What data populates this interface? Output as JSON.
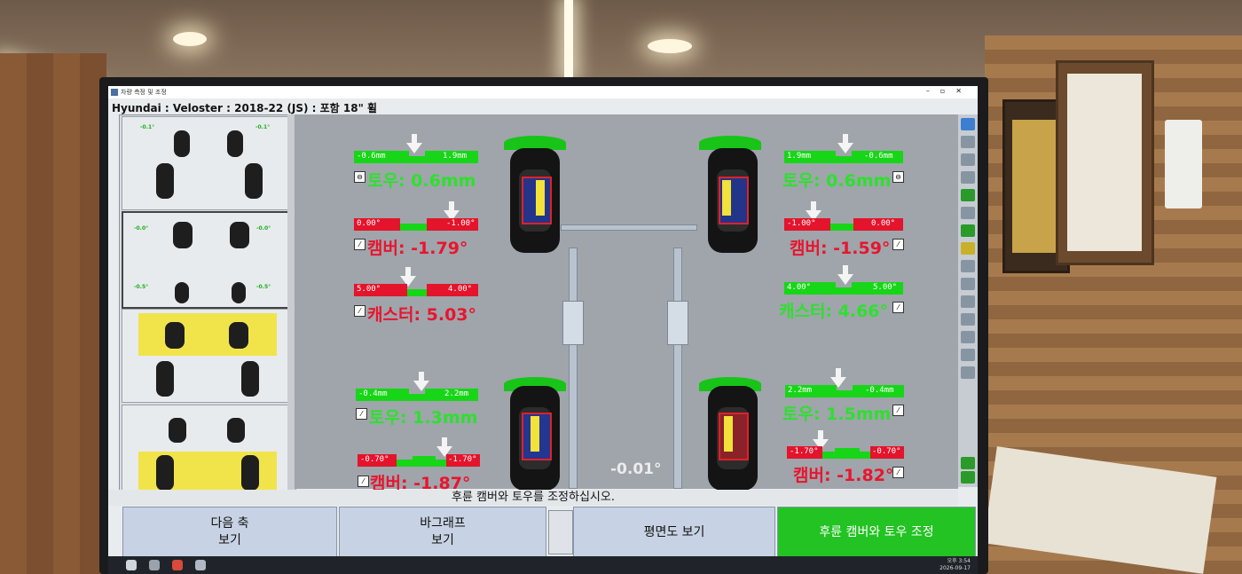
{
  "window": {
    "app_title": "차량 측정 및 조정",
    "vehicle": "Hyundai : Veloster : 2018-22 (JS) : 포함 18\" 휠"
  },
  "front_left": {
    "toe_min": "-0.6mm",
    "toe_max": "1.9mm",
    "toe_label": "토우: 0.6mm",
    "camber_min": "0.00°",
    "camber_max": "-1.00°",
    "camber_label": "캠버: -1.79°",
    "caster_min": "5.00°",
    "caster_max": "4.00°",
    "caster_label": "캐스터: 5.03°"
  },
  "front_right": {
    "toe_min": "1.9mm",
    "toe_max": "-0.6mm",
    "toe_label": "토우: 0.6mm",
    "camber_min": "-1.00°",
    "camber_max": "0.00°",
    "camber_label": "캠버: -1.59°",
    "caster_min": "4.00°",
    "caster_max": "5.00°",
    "caster_label": "캐스터: 4.66°"
  },
  "rear_left": {
    "toe_min": "-0.4mm",
    "toe_max": "2.2mm",
    "toe_label": "토우: 1.3mm",
    "camber_min": "-0.70°",
    "camber_max": "-1.70°",
    "camber_label": "캠버: -1.87°"
  },
  "rear_right": {
    "toe_min": "2.2mm",
    "toe_max": "-0.4mm",
    "toe_label": "토우: 1.5mm",
    "camber_min": "-1.70°",
    "camber_max": "-0.70°",
    "camber_label": "캠버: -1.82°"
  },
  "center_readout": "-0.01°",
  "instruction": "후륜 캠버와 토우를 조정하십시오.",
  "buttons": {
    "next_axle": "다음 축\n보기",
    "bar_graph": "바그래프\n보기",
    "plan_view": "평면도 보기",
    "rear_adjust": "후륜 캠버와 토우 조정"
  },
  "taskbar": {
    "time": "오후 3:54",
    "date": "2026-09-17"
  },
  "colors": {
    "in_spec": "#17d617",
    "out_of_spec": "#e3142b",
    "accent_button": "#22c322"
  }
}
